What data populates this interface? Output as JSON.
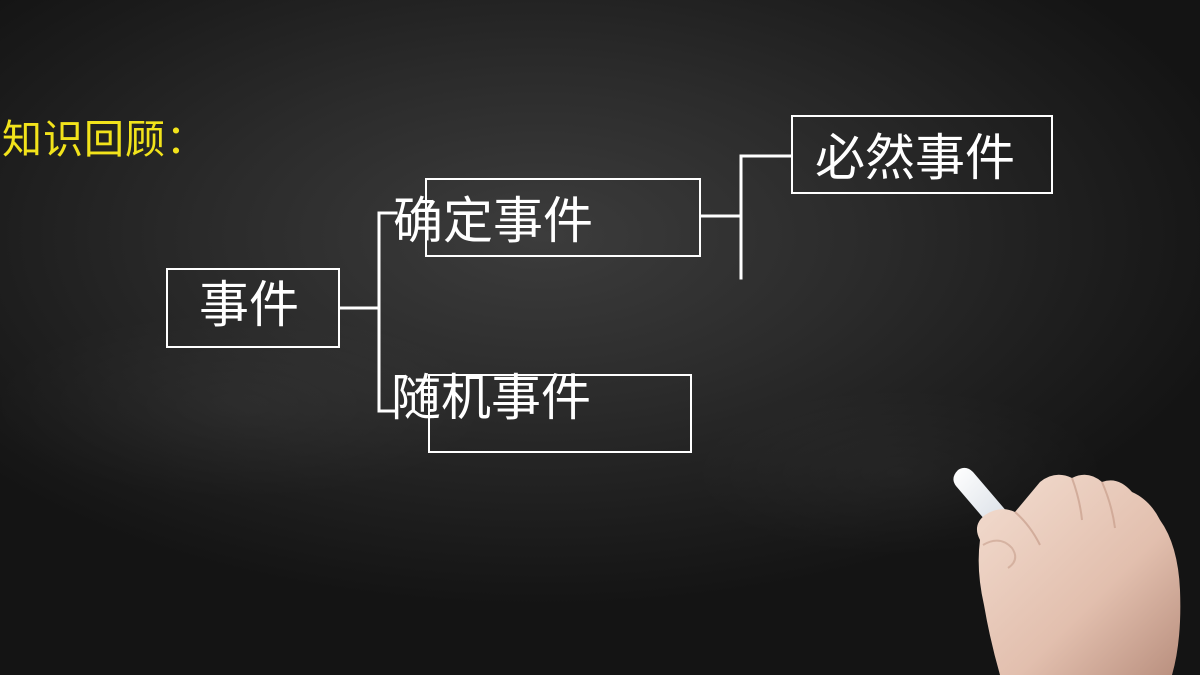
{
  "heading": "知识回顾：",
  "diagram": {
    "root": {
      "label": "事件"
    },
    "determined": {
      "label": "确定事件"
    },
    "random": {
      "label": "随机事件"
    },
    "certain": {
      "label": "必然事件"
    }
  },
  "colors": {
    "heading": "#f2e31b",
    "stroke": "#ffffff",
    "board": "#2b2b2b"
  }
}
